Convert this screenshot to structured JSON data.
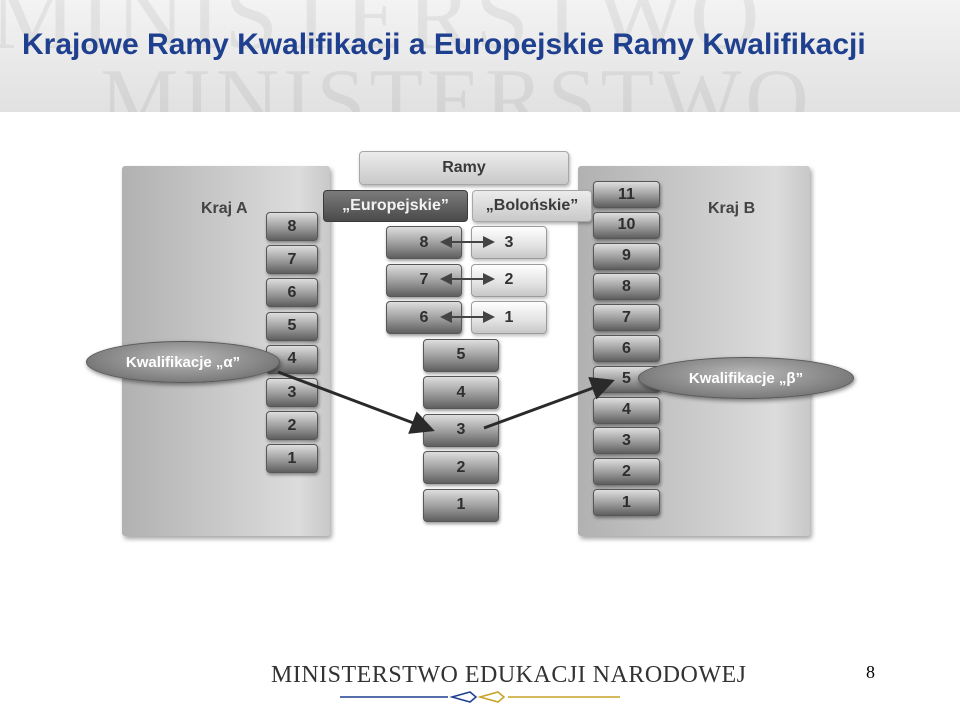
{
  "slide": {
    "title": "Krajowe Ramy Kwalifikacji a Europejskie Ramy Kwalifikacji",
    "watermark": "MINISTERSTWO",
    "page_number": "8"
  },
  "diagram": {
    "frameworks_header": "Ramy",
    "european_label": "„Europejskie”",
    "bologna_label": "„Bolońskie”",
    "country_a_label": "Kraj A",
    "country_b_label": "Kraj B",
    "country_a_levels": [
      "8",
      "7",
      "6",
      "5",
      "4",
      "3",
      "2",
      "1"
    ],
    "country_b_levels": [
      "11",
      "10",
      "9",
      "8",
      "7",
      "6",
      "5",
      "4",
      "3",
      "2",
      "1"
    ],
    "european_levels": [
      "8",
      "7",
      "6",
      "5",
      "4",
      "3",
      "2",
      "1"
    ],
    "bologna_levels": [
      "3",
      "2",
      "1"
    ],
    "qualification_alpha": "Kwalifikacje „α”",
    "qualification_beta": "Kwalifikacje „β”"
  },
  "footer": {
    "ministry": "MINISTERSTWO EDUKACJI NARODOWEJ"
  }
}
